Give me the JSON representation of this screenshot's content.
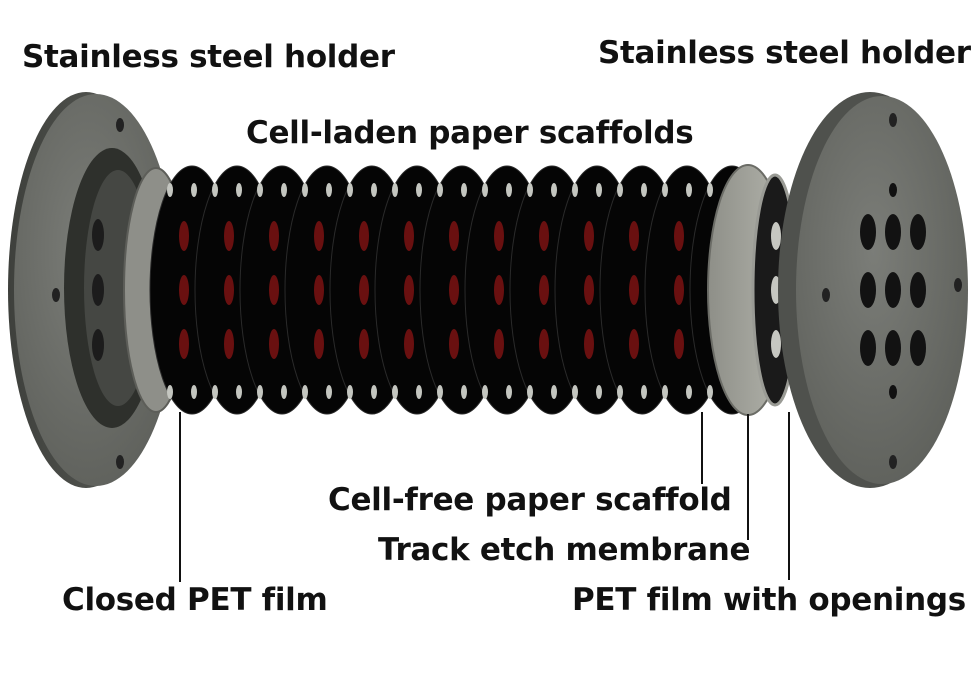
{
  "labels": {
    "holder_left": "Stainless steel holder",
    "holder_right": "Stainless steel holder",
    "cell_laden": "Cell-laden paper scaffolds",
    "cell_free": "Cell-free paper scaffold",
    "track_etch": "Track etch membrane",
    "closed_pet": "Closed PET film",
    "pet_openings": "PET film with openings"
  },
  "colors": {
    "steel_face": "#6e706c",
    "steel_edge": "#4c4e4a",
    "scaffold": "#050505",
    "cell_spot": "#6a1010",
    "free_spot": "#c4c6c0",
    "film": "#8b8c86",
    "membrane": "#a6a79f"
  }
}
